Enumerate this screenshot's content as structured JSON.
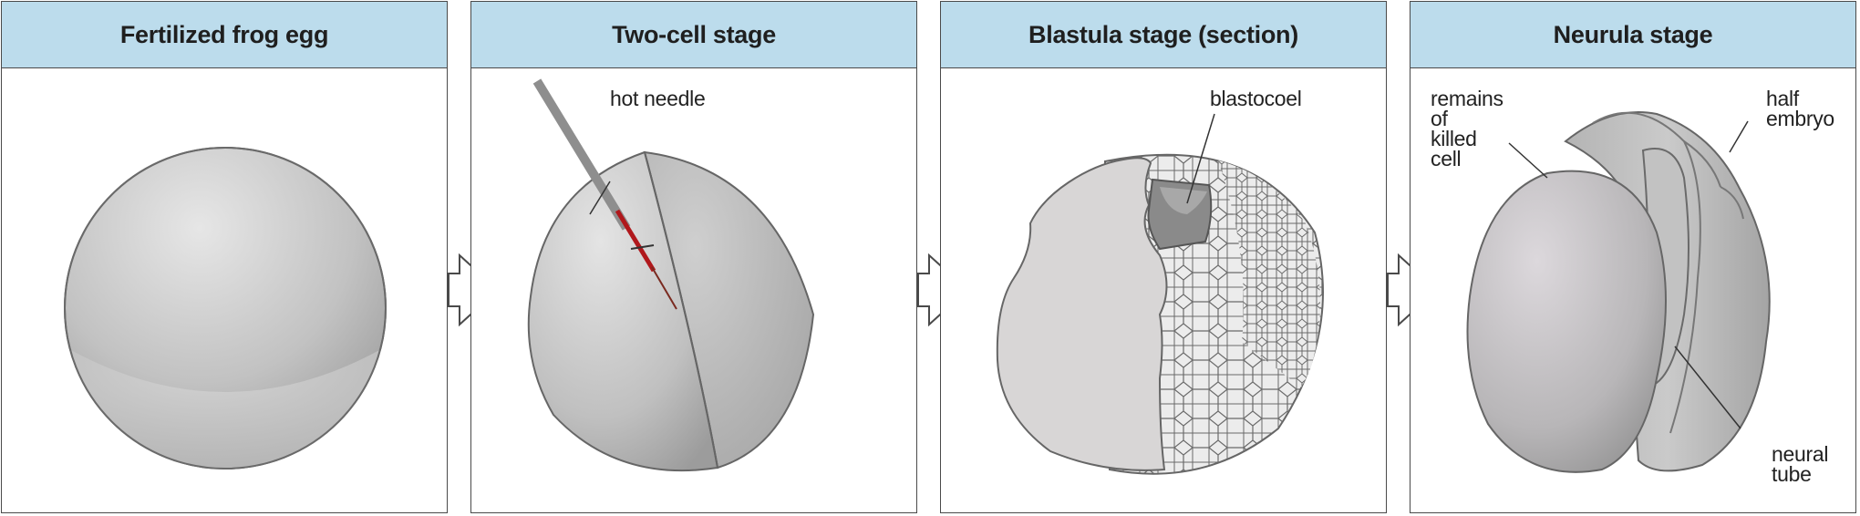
{
  "panels": [
    {
      "title": "Fertilized frog egg",
      "labels": []
    },
    {
      "title": "Two-cell stage",
      "labels": [
        "hot needle"
      ]
    },
    {
      "title": "Blastula stage (section)",
      "labels": [
        "blastocoel"
      ]
    },
    {
      "title": "Neurula stage",
      "labels": [
        "remains",
        "of",
        "killed",
        "cell",
        "half",
        "embryo",
        "neural",
        "tube"
      ]
    }
  ],
  "icons": [
    "arrow-right-icon"
  ],
  "colors": {
    "header_bg": "#bcdcec",
    "needle_tip": "#b0181c",
    "border": "#4a4a4a"
  }
}
